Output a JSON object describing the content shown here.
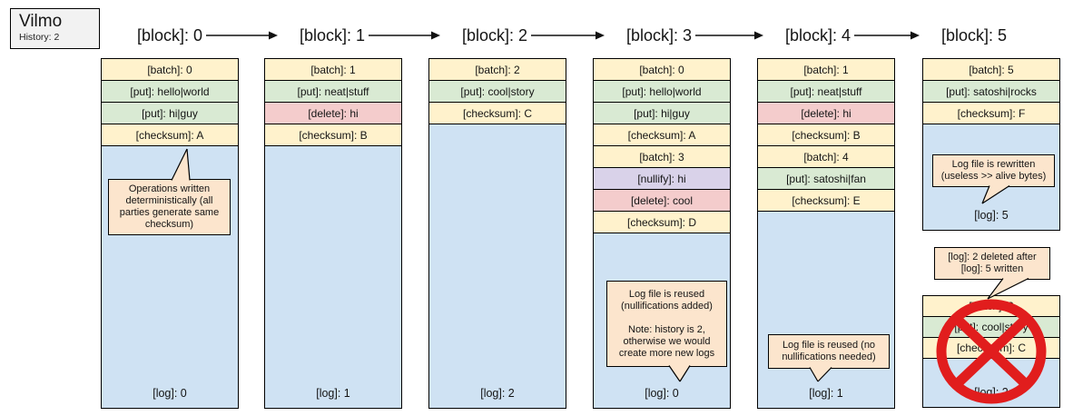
{
  "app": {
    "name": "Vilmo",
    "history": "History: 2"
  },
  "header": {
    "blocks": [
      "[block]: 0",
      "[block]: 1",
      "[block]: 2",
      "[block]: 3",
      "[block]: 4",
      "[block]: 5"
    ]
  },
  "colors": {
    "batch": "#fff2cc",
    "checksum": "#fff2cc",
    "put": "#d9ead3",
    "delete": "#f4cccc",
    "nullify": "#d9d2e9",
    "log": "#cfe2f3",
    "callout": "#fce5cd",
    "panel": "#f2f2f2",
    "prohibition": "#e11d1d",
    "border": "#000000"
  },
  "columns": [
    {
      "cells": [
        {
          "type": "batch",
          "label": "[batch]: 0"
        },
        {
          "type": "put",
          "label": "[put]: hello|world"
        },
        {
          "type": "put",
          "label": "[put]: hi|guy"
        },
        {
          "type": "checksum",
          "label": "[checksum]: A"
        }
      ],
      "log_label": "[log]: 0"
    },
    {
      "cells": [
        {
          "type": "batch",
          "label": "[batch]: 1"
        },
        {
          "type": "put",
          "label": "[put]: neat|stuff"
        },
        {
          "type": "delete",
          "label": "[delete]: hi"
        },
        {
          "type": "checksum",
          "label": "[checksum]: B"
        }
      ],
      "log_label": "[log]: 1"
    },
    {
      "cells": [
        {
          "type": "batch",
          "label": "[batch]: 2"
        },
        {
          "type": "put",
          "label": "[put]: cool|story"
        },
        {
          "type": "checksum",
          "label": "[checksum]: C"
        }
      ],
      "log_label": "[log]: 2"
    },
    {
      "cells": [
        {
          "type": "batch",
          "label": "[batch]: 0"
        },
        {
          "type": "put",
          "label": "[put]: hello|world"
        },
        {
          "type": "put",
          "label": "[put]: hi|guy"
        },
        {
          "type": "checksum",
          "label": "[checksum]: A"
        },
        {
          "type": "batch",
          "label": "[batch]: 3"
        },
        {
          "type": "nullify",
          "label": "[nullify]: hi"
        },
        {
          "type": "delete",
          "label": "[delete]: cool"
        },
        {
          "type": "checksum",
          "label": "[checksum]: D"
        }
      ],
      "log_label": "[log]: 0"
    },
    {
      "cells": [
        {
          "type": "batch",
          "label": "[batch]: 1"
        },
        {
          "type": "put",
          "label": "[put]: neat|stuff"
        },
        {
          "type": "delete",
          "label": "[delete]: hi"
        },
        {
          "type": "checksum",
          "label": "[checksum]: B"
        },
        {
          "type": "batch",
          "label": "[batch]: 4"
        },
        {
          "type": "put",
          "label": "[put]: satoshi|fan"
        },
        {
          "type": "checksum",
          "label": "[checksum]: E"
        }
      ],
      "log_label": "[log]: 1"
    },
    {
      "cells": [
        {
          "type": "batch",
          "label": "[batch]: 5"
        },
        {
          "type": "put",
          "label": "[put]: satoshi|rocks"
        },
        {
          "type": "checksum",
          "label": "[checksum]: F"
        }
      ],
      "log_label": "[log]: 5"
    }
  ],
  "callouts": {
    "deterministic": {
      "lines": [
        "Operations written",
        "deterministically (all",
        "parties generate same",
        "checksum)"
      ]
    },
    "reused_nullifications": {
      "lines": [
        "Log file is reused",
        "(nullifications added)",
        "",
        "Note: history is 2,",
        "otherwise we would",
        "create more new logs"
      ]
    },
    "reused_no_nullifications": {
      "lines": [
        "Log file is reused (no",
        "nullifications needed)"
      ]
    },
    "rewritten": {
      "lines": [
        "Log file is rewritten",
        "(useless >> alive bytes)"
      ]
    },
    "deleted_after": {
      "lines": [
        "[log]: 2 deleted after",
        "[log]: 5 written"
      ]
    }
  },
  "deleted_stack": {
    "cells": [
      {
        "type": "batch",
        "label": "[batch]: 2"
      },
      {
        "type": "put",
        "label": "[put]: cool|story"
      },
      {
        "type": "checksum",
        "label": "[checksum]: C"
      }
    ],
    "log_label": "[log]: 2"
  }
}
